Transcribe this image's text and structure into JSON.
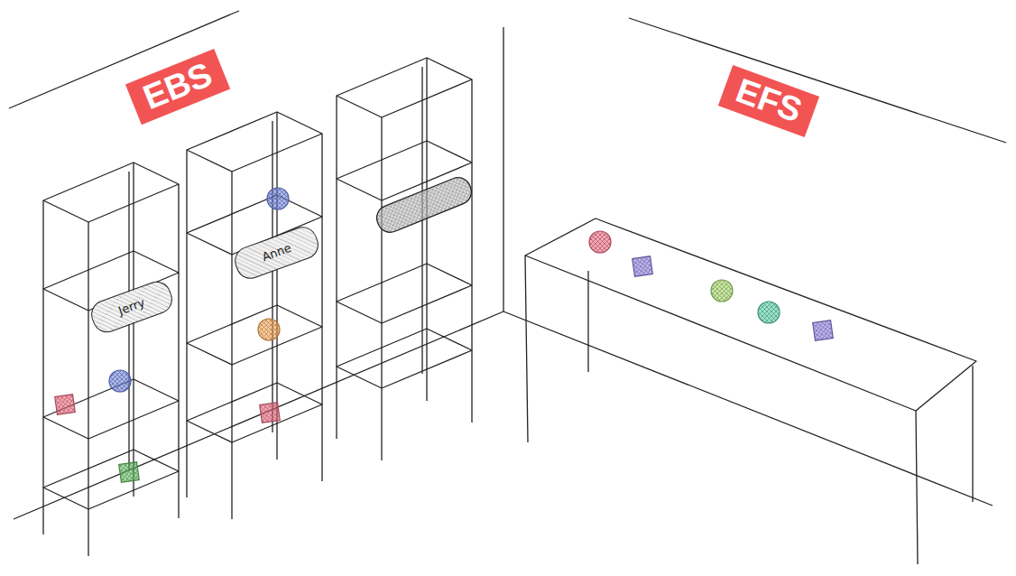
{
  "diagram": {
    "nodes": [
      {
        "text": [
          "EBS"
        ]
      },
      {
        "text": [
          "Jerry"
        ]
      },
      {
        "text": [
          "Anne"
        ]
      },
      {
        "text": [
          "EFS"
        ]
      }
    ]
  }
}
